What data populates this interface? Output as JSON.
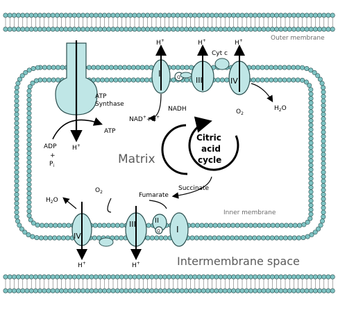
{
  "labels": {
    "outer_membrane": "Outer membrane",
    "inner_membrane": "Inner membrane",
    "matrix": "Matrix",
    "intermembrane_space": "Intermembrane space",
    "cycle_line1": "Citric",
    "cycle_line2": "acid",
    "cycle_line3": "cycle",
    "atp_synthase_1": "ATP",
    "atp_synthase_2": "Synthase",
    "atp": "ATP",
    "adp": "ADP",
    "plus": "+",
    "pi": "P",
    "pi_sub": "i",
    "h_plus": "H",
    "h_sup": "+",
    "nadh": "NADH",
    "nad": "NAD",
    "nad_sup": "+",
    "nad_h": "+H",
    "h2o": "H",
    "h2o_sub": "2",
    "h2o_o": "O",
    "o2": "O",
    "o2_sub": "2",
    "cyt_c": "Cyt c",
    "fumarate": "Fumarate",
    "succinate": "Succinate",
    "complex_I": "I",
    "complex_II": "II",
    "complex_III": "III",
    "complex_IV": "IV",
    "q": "Q"
  },
  "colors": {
    "membrane_head": "#7fc4c4",
    "protein": "#bfe6e6",
    "outline": "#2b4f4f"
  }
}
